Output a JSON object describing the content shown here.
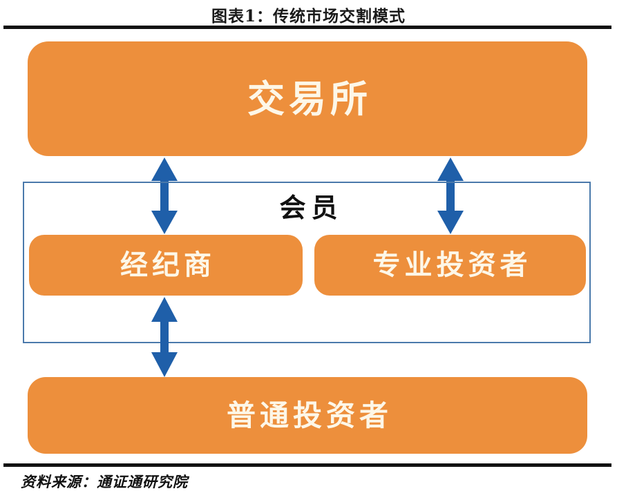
{
  "figure": {
    "title": "图表1：传统市场交割模式",
    "source_note": "资料来源：通证通研究院"
  },
  "nodes": {
    "exchange": {
      "label": "交易所"
    },
    "member_group": {
      "label": "会员"
    },
    "broker": {
      "label": "经纪商"
    },
    "professional_investor": {
      "label": "专业投资者"
    },
    "ordinary_investor": {
      "label": "普通投资者"
    }
  },
  "connectors": [
    {
      "name": "exchange-broker-arrow",
      "style": "double-headed",
      "from": "交易所",
      "to": "经纪商"
    },
    {
      "name": "exchange-professional-arrow",
      "style": "double-headed",
      "from": "交易所",
      "to": "专业投资者"
    },
    {
      "name": "broker-ordinary-arrow",
      "style": "double-headed",
      "from": "经纪商",
      "to": "普通投资者"
    }
  ],
  "colors": {
    "node_fill": "#ed8f3c",
    "node_text": "#fdf7e8",
    "arrow": "#1f5fa9",
    "member_border": "#4a79ab",
    "rule": "#111111",
    "title_text": "#1a1a1a"
  },
  "chart_data": {
    "type": "diagram",
    "title": "图表1：传统市场交割模式",
    "subtitle": "",
    "nodes": [
      {
        "id": "exchange",
        "label": "交易所",
        "tier": 1,
        "shape": "rounded-rect",
        "fill": "#ed8f3c"
      },
      {
        "id": "member_group",
        "label": "会员",
        "tier": 2,
        "shape": "rect-outline",
        "fill": "none"
      },
      {
        "id": "broker",
        "label": "经纪商",
        "tier": 2,
        "shape": "rounded-rect",
        "fill": "#ed8f3c",
        "parent": "member_group"
      },
      {
        "id": "professional_investor",
        "label": "专业投资者",
        "tier": 2,
        "shape": "rounded-rect",
        "fill": "#ed8f3c",
        "parent": "member_group"
      },
      {
        "id": "ordinary_investor",
        "label": "普通投资者",
        "tier": 3,
        "shape": "rounded-rect",
        "fill": "#ed8f3c"
      }
    ],
    "edges": [
      {
        "source": "exchange",
        "target": "broker",
        "direction": "bidirectional"
      },
      {
        "source": "exchange",
        "target": "professional_investor",
        "direction": "bidirectional"
      },
      {
        "source": "broker",
        "target": "ordinary_investor",
        "direction": "bidirectional"
      }
    ],
    "legend": [],
    "annotations": [
      "资料来源：通证通研究院"
    ]
  }
}
